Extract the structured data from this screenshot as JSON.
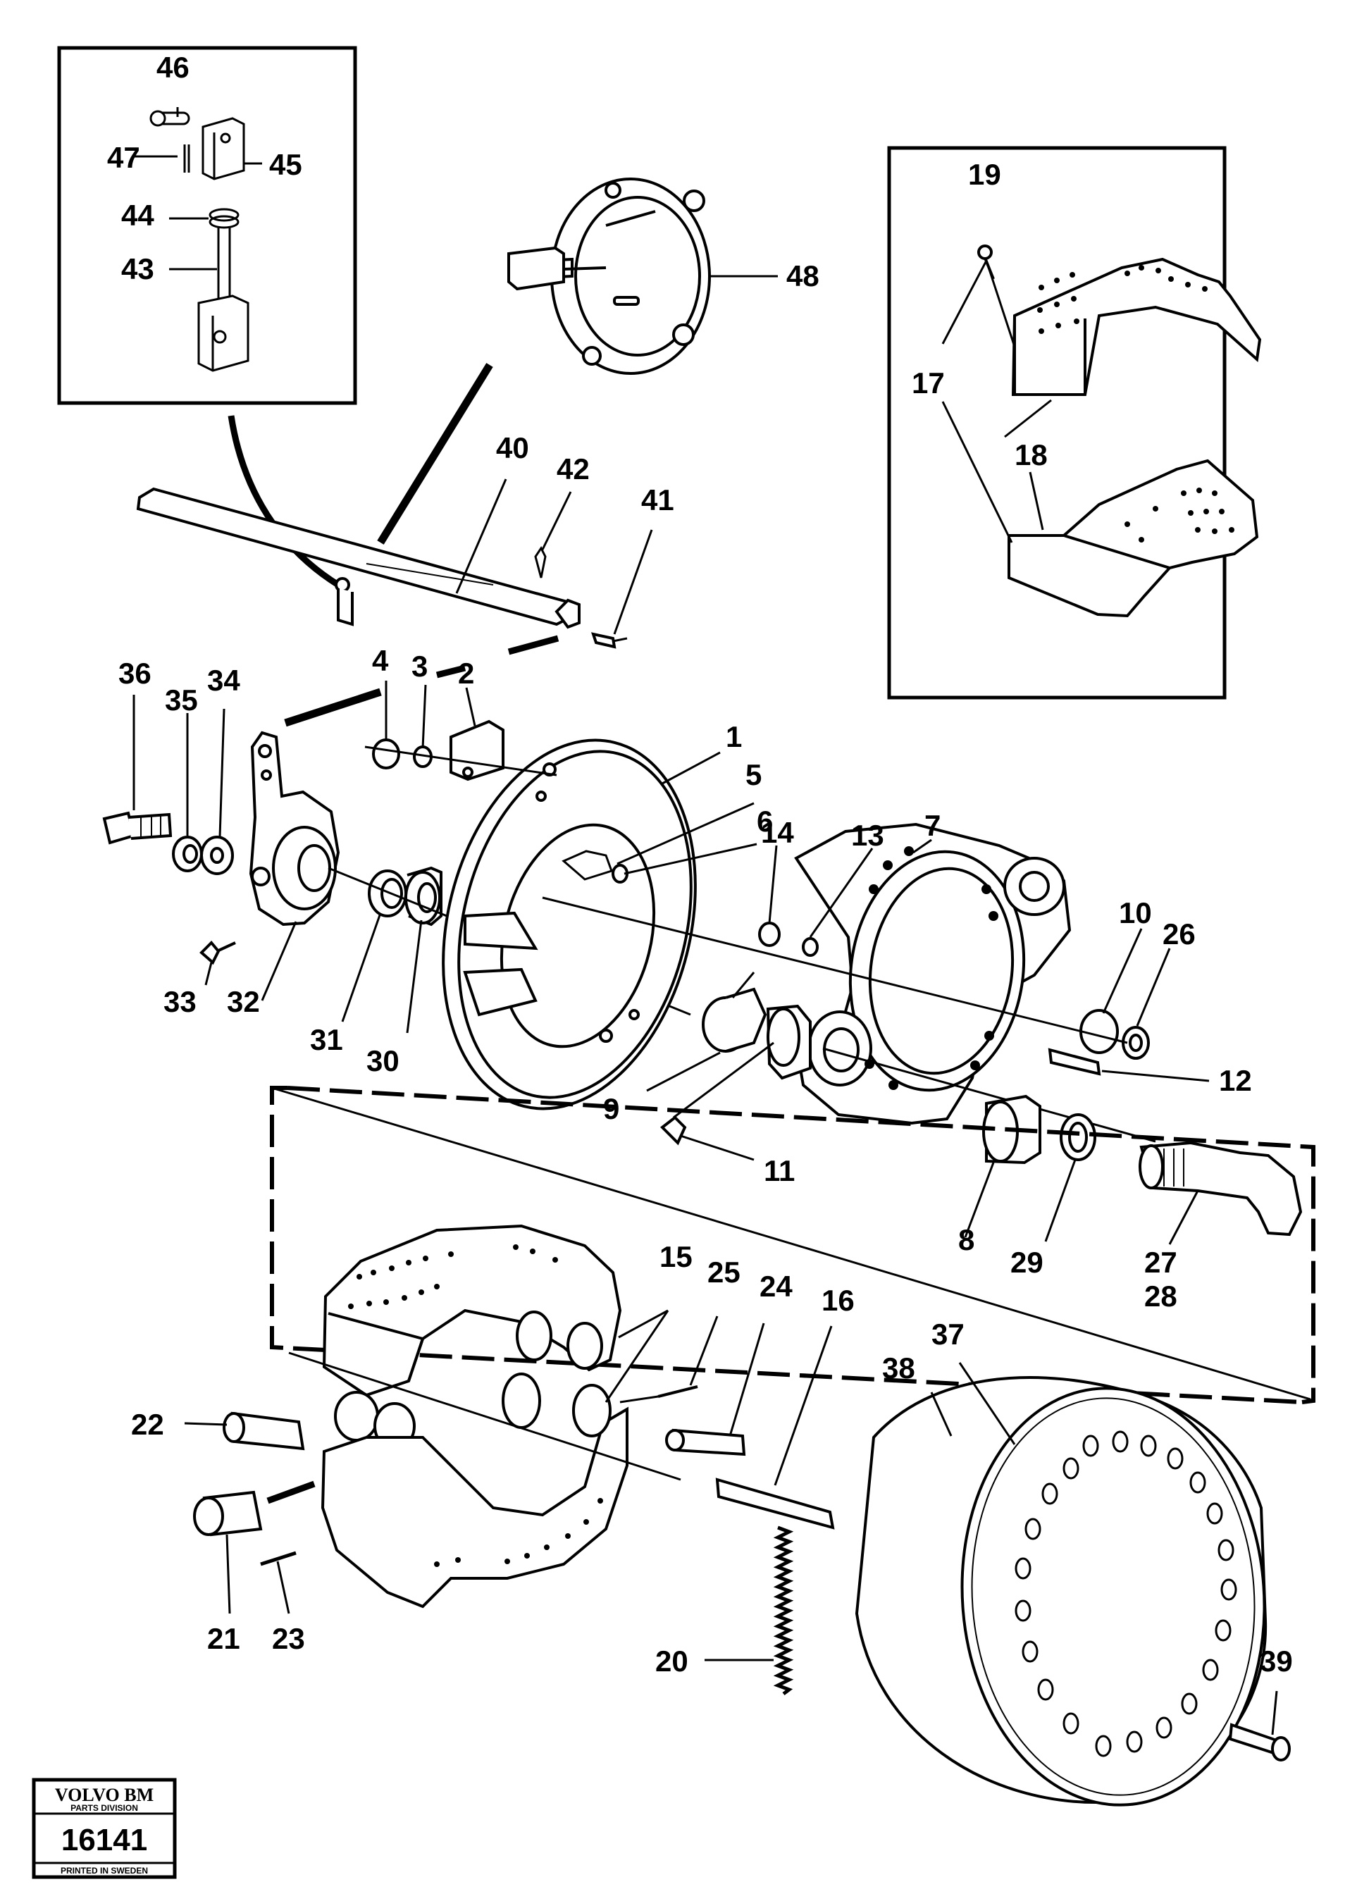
{
  "labels": {
    "p1": "1",
    "p2": "2",
    "p3": "3",
    "p4": "4",
    "p5": "5",
    "p6": "6",
    "p7": "7",
    "p8": "8",
    "p9": "9",
    "p10": "10",
    "p11": "11",
    "p12": "12",
    "p13": "13",
    "p14": "14",
    "p15": "15",
    "p16": "16",
    "p17": "17",
    "p18": "18",
    "p19": "19",
    "p20": "20",
    "p21": "21",
    "p22": "22",
    "p23": "23",
    "p24": "24",
    "p25": "25",
    "p26": "26",
    "p27": "27",
    "p28": "28",
    "p29": "29",
    "p30": "30",
    "p31": "31",
    "p32": "32",
    "p33": "33",
    "p34": "34",
    "p35": "35",
    "p36": "36",
    "p37": "37",
    "p38": "38",
    "p39": "39",
    "p40": "40",
    "p41": "41",
    "p42": "42",
    "p43": "43",
    "p44": "44",
    "p45": "45",
    "p46": "46",
    "p47": "47",
    "p48": "48"
  },
  "stamp": {
    "brand": "VOLVO BM",
    "division": "PARTS DIVISION",
    "number": "16141",
    "printed": "PRINTED IN SWEDEN"
  },
  "colors": {
    "ink": "#000000",
    "paper": "#ffffff"
  }
}
